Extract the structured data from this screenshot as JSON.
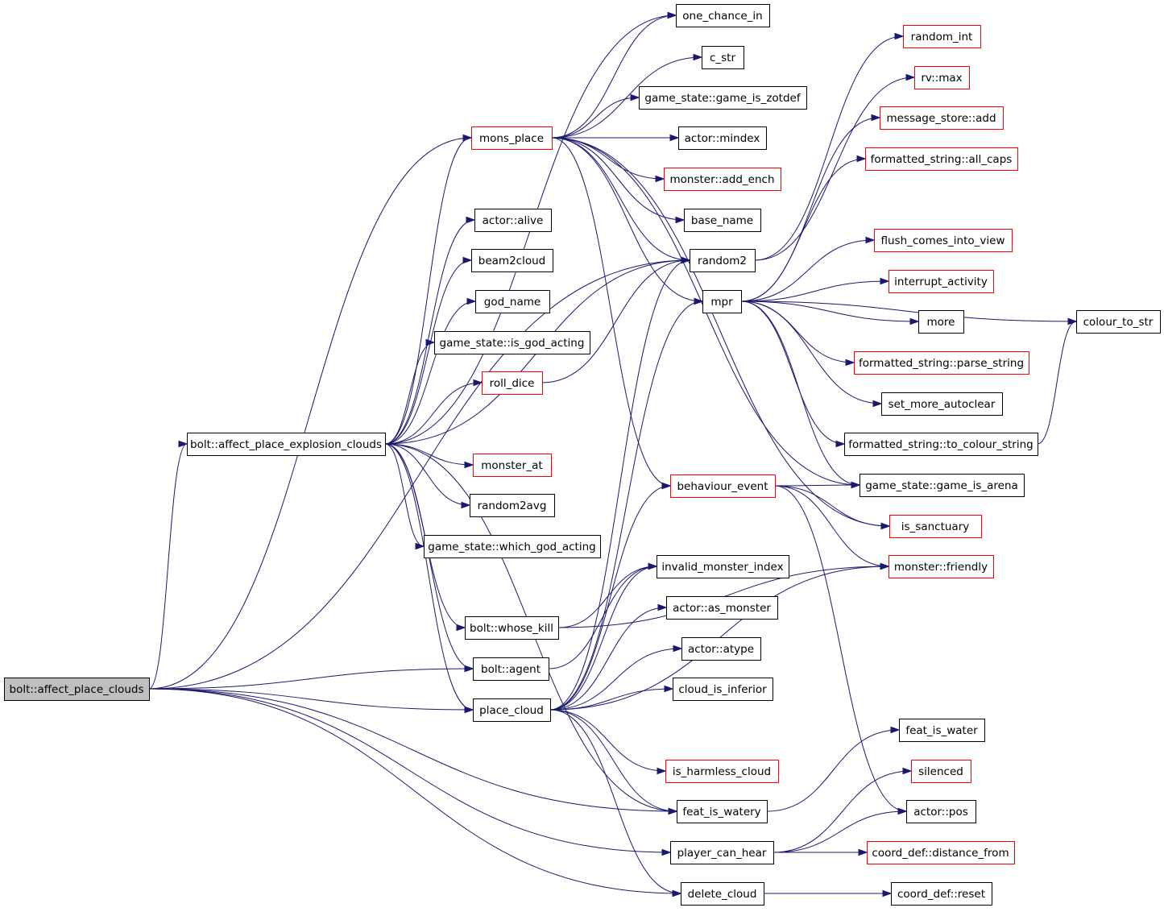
{
  "colors": {
    "edge": "#191970",
    "border_default": "#000000",
    "border_external": "#ff0000",
    "root_fill": "#bfbfbf",
    "node_fill": "#ffffff"
  },
  "nodes": [
    {
      "id": "root",
      "label": "bolt::affect_place_clouds",
      "style": "root"
    },
    {
      "id": "apec",
      "label": "bolt::affect_place_explosion_clouds",
      "style": "default"
    },
    {
      "id": "one_chance_in",
      "label": "one_chance_in",
      "style": "default"
    },
    {
      "id": "c_str",
      "label": "c_str",
      "style": "default"
    },
    {
      "id": "game_is_zotdef",
      "label": "game_state::game_is_zotdef",
      "style": "default"
    },
    {
      "id": "mons_place",
      "label": "mons_place",
      "style": "red"
    },
    {
      "id": "actor_mindex",
      "label": "actor::mindex",
      "style": "default"
    },
    {
      "id": "monster_add_ench",
      "label": "monster::add_ench",
      "style": "red"
    },
    {
      "id": "base_name",
      "label": "base_name",
      "style": "default"
    },
    {
      "id": "actor_alive",
      "label": "actor::alive",
      "style": "default"
    },
    {
      "id": "beam2cloud",
      "label": "beam2cloud",
      "style": "default"
    },
    {
      "id": "random2",
      "label": "random2",
      "style": "default"
    },
    {
      "id": "mpr",
      "label": "mpr",
      "style": "default"
    },
    {
      "id": "god_name",
      "label": "god_name",
      "style": "default"
    },
    {
      "id": "is_god_acting",
      "label": "game_state::is_god_acting",
      "style": "default"
    },
    {
      "id": "roll_dice",
      "label": "roll_dice",
      "style": "red"
    },
    {
      "id": "monster_at",
      "label": "monster_at",
      "style": "red"
    },
    {
      "id": "random2avg",
      "label": "random2avg",
      "style": "default"
    },
    {
      "id": "which_god_acting",
      "label": "game_state::which_god_acting",
      "style": "default"
    },
    {
      "id": "whose_kill",
      "label": "bolt::whose_kill",
      "style": "default"
    },
    {
      "id": "agent",
      "label": "bolt::agent",
      "style": "default"
    },
    {
      "id": "place_cloud",
      "label": "place_cloud",
      "style": "default"
    },
    {
      "id": "behaviour_event",
      "label": "behaviour_event",
      "style": "red"
    },
    {
      "id": "invalid_monster_index",
      "label": "invalid_monster_index",
      "style": "default"
    },
    {
      "id": "actor_as_monster",
      "label": "actor::as_monster",
      "style": "default"
    },
    {
      "id": "actor_atype",
      "label": "actor::atype",
      "style": "default"
    },
    {
      "id": "cloud_is_inferior",
      "label": "cloud_is_inferior",
      "style": "default"
    },
    {
      "id": "is_harmless_cloud",
      "label": "is_harmless_cloud",
      "style": "red"
    },
    {
      "id": "feat_is_watery",
      "label": "feat_is_watery",
      "style": "default"
    },
    {
      "id": "player_can_hear",
      "label": "player_can_hear",
      "style": "default"
    },
    {
      "id": "delete_cloud",
      "label": "delete_cloud",
      "style": "default"
    },
    {
      "id": "random_int",
      "label": "random_int",
      "style": "red"
    },
    {
      "id": "rv_max",
      "label": "rv::max",
      "style": "red"
    },
    {
      "id": "message_store_add",
      "label": "message_store::add",
      "style": "red"
    },
    {
      "id": "all_caps",
      "label": "formatted_string::all_caps",
      "style": "red"
    },
    {
      "id": "flush_comes_into_view",
      "label": "flush_comes_into_view",
      "style": "red"
    },
    {
      "id": "interrupt_activity",
      "label": "interrupt_activity",
      "style": "red"
    },
    {
      "id": "more",
      "label": "more",
      "style": "default"
    },
    {
      "id": "parse_string",
      "label": "formatted_string::parse_string",
      "style": "red"
    },
    {
      "id": "set_more_autoclear",
      "label": "set_more_autoclear",
      "style": "default"
    },
    {
      "id": "to_colour_string",
      "label": "formatted_string::to_colour_string",
      "style": "default"
    },
    {
      "id": "game_is_arena",
      "label": "game_state::game_is_arena",
      "style": "default"
    },
    {
      "id": "is_sanctuary",
      "label": "is_sanctuary",
      "style": "red"
    },
    {
      "id": "monster_friendly",
      "label": "monster::friendly",
      "style": "red"
    },
    {
      "id": "feat_is_water",
      "label": "feat_is_water",
      "style": "default"
    },
    {
      "id": "silenced",
      "label": "silenced",
      "style": "red"
    },
    {
      "id": "actor_pos",
      "label": "actor::pos",
      "style": "default"
    },
    {
      "id": "distance_from",
      "label": "coord_def::distance_from",
      "style": "red"
    },
    {
      "id": "coord_def_reset",
      "label": "coord_def::reset",
      "style": "default"
    },
    {
      "id": "colour_to_str",
      "label": "colour_to_str",
      "style": "default"
    }
  ],
  "edges": [
    [
      "root",
      "apec"
    ],
    [
      "root",
      "mons_place"
    ],
    [
      "root",
      "random2"
    ],
    [
      "root",
      "agent"
    ],
    [
      "root",
      "place_cloud"
    ],
    [
      "root",
      "feat_is_watery"
    ],
    [
      "root",
      "player_can_hear"
    ],
    [
      "root",
      "delete_cloud"
    ],
    [
      "apec",
      "one_chance_in"
    ],
    [
      "apec",
      "mons_place"
    ],
    [
      "apec",
      "actor_alive"
    ],
    [
      "apec",
      "beam2cloud"
    ],
    [
      "apec",
      "random2"
    ],
    [
      "apec",
      "god_name"
    ],
    [
      "apec",
      "is_god_acting"
    ],
    [
      "apec",
      "roll_dice"
    ],
    [
      "apec",
      "monster_at"
    ],
    [
      "apec",
      "random2avg"
    ],
    [
      "apec",
      "which_god_acting"
    ],
    [
      "apec",
      "whose_kill"
    ],
    [
      "apec",
      "agent"
    ],
    [
      "apec",
      "place_cloud"
    ],
    [
      "apec",
      "feat_is_watery"
    ],
    [
      "mons_place",
      "one_chance_in"
    ],
    [
      "mons_place",
      "c_str"
    ],
    [
      "mons_place",
      "game_is_zotdef"
    ],
    [
      "mons_place",
      "actor_mindex"
    ],
    [
      "mons_place",
      "monster_add_ench"
    ],
    [
      "mons_place",
      "base_name"
    ],
    [
      "mons_place",
      "random2"
    ],
    [
      "mons_place",
      "mpr"
    ],
    [
      "mons_place",
      "behaviour_event"
    ],
    [
      "mons_place",
      "game_is_arena"
    ],
    [
      "mons_place",
      "is_sanctuary"
    ],
    [
      "roll_dice",
      "random2"
    ],
    [
      "random2",
      "random_int"
    ],
    [
      "random2",
      "rv_max"
    ],
    [
      "mpr",
      "message_store_add"
    ],
    [
      "mpr",
      "all_caps"
    ],
    [
      "mpr",
      "flush_comes_into_view"
    ],
    [
      "mpr",
      "interrupt_activity"
    ],
    [
      "mpr",
      "more"
    ],
    [
      "mpr",
      "parse_string"
    ],
    [
      "mpr",
      "set_more_autoclear"
    ],
    [
      "mpr",
      "to_colour_string"
    ],
    [
      "mpr",
      "game_is_arena"
    ],
    [
      "mpr",
      "colour_to_str"
    ],
    [
      "to_colour_string",
      "colour_to_str"
    ],
    [
      "behaviour_event",
      "game_is_arena"
    ],
    [
      "behaviour_event",
      "is_sanctuary"
    ],
    [
      "behaviour_event",
      "monster_friendly"
    ],
    [
      "behaviour_event",
      "actor_pos"
    ],
    [
      "whose_kill",
      "invalid_monster_index"
    ],
    [
      "whose_kill",
      "monster_friendly"
    ],
    [
      "agent",
      "invalid_monster_index"
    ],
    [
      "place_cloud",
      "mpr"
    ],
    [
      "place_cloud",
      "random2"
    ],
    [
      "place_cloud",
      "invalid_monster_index"
    ],
    [
      "place_cloud",
      "actor_as_monster"
    ],
    [
      "place_cloud",
      "actor_atype"
    ],
    [
      "place_cloud",
      "cloud_is_inferior"
    ],
    [
      "place_cloud",
      "is_harmless_cloud"
    ],
    [
      "place_cloud",
      "feat_is_watery"
    ],
    [
      "place_cloud",
      "delete_cloud"
    ],
    [
      "place_cloud",
      "monster_friendly"
    ],
    [
      "place_cloud",
      "behaviour_event"
    ],
    [
      "feat_is_watery",
      "feat_is_water"
    ],
    [
      "player_can_hear",
      "silenced"
    ],
    [
      "player_can_hear",
      "actor_pos"
    ],
    [
      "player_can_hear",
      "distance_from"
    ],
    [
      "delete_cloud",
      "coord_def_reset"
    ]
  ]
}
